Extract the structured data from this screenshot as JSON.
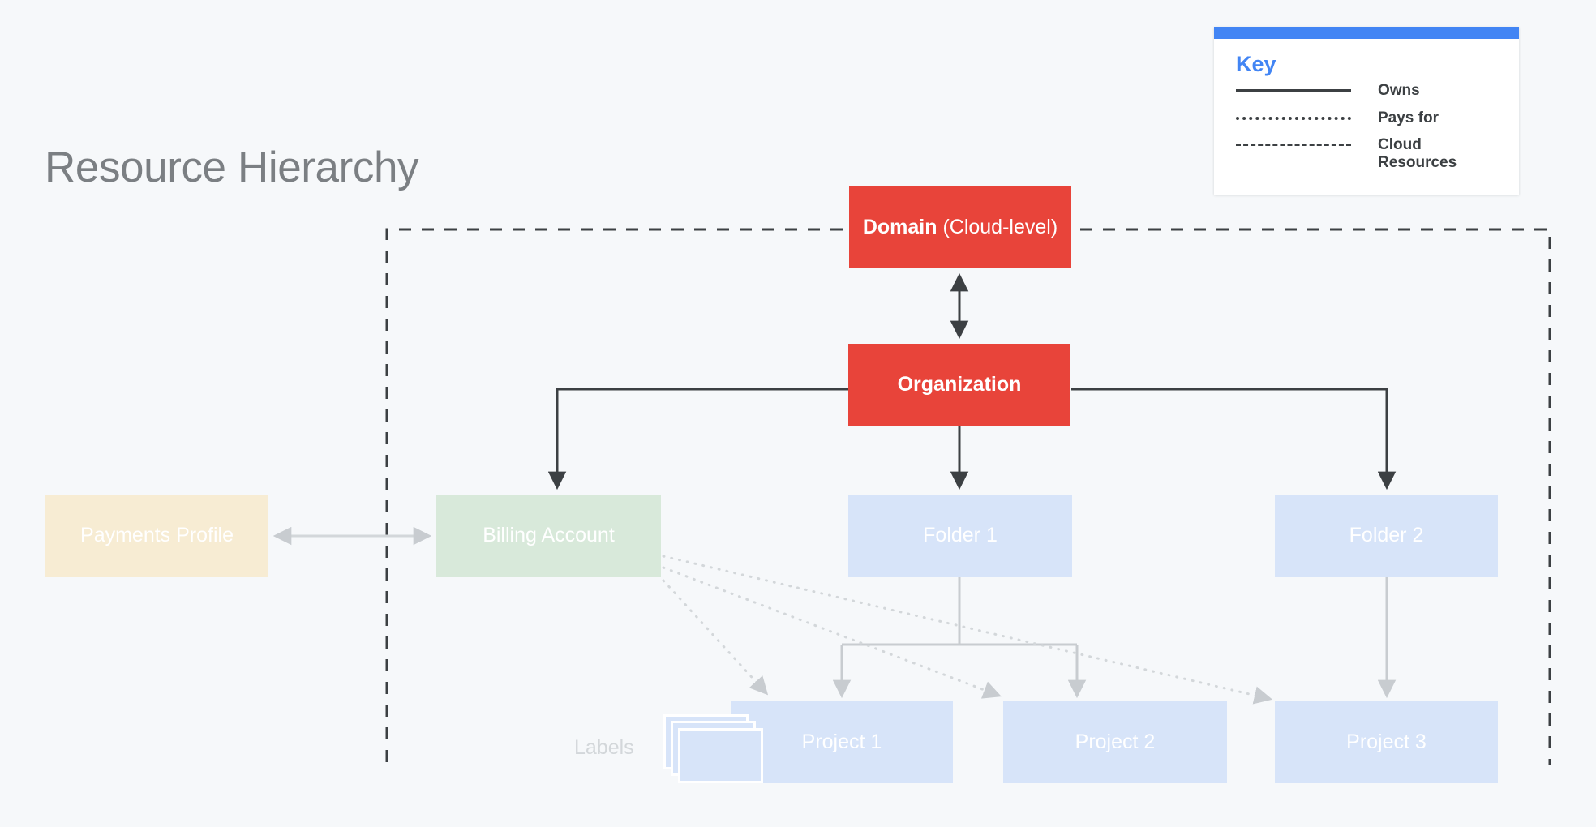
{
  "page": {
    "title": "Resource Hierarchy",
    "background_color": "#f6f8fa"
  },
  "key_panel": {
    "heading": "Key",
    "accent_color": "#4285f4",
    "rows": [
      {
        "style": "solid",
        "label": "Owns"
      },
      {
        "style": "dotted",
        "label": "Pays for"
      },
      {
        "style": "dashed",
        "label": "Cloud Resources"
      }
    ]
  },
  "nodes": {
    "domain": {
      "label_bold": "Domain",
      "label_rest": " (Cloud-level)",
      "color": "#e8443a"
    },
    "organization": {
      "label": "Organization",
      "color": "#e8443a"
    },
    "payments_profile": {
      "label": "Payments Profile",
      "color": "#f7ecd3"
    },
    "billing_account": {
      "label": "Billing Account",
      "color": "#d8e9da"
    },
    "folder1": {
      "label": "Folder 1",
      "color": "#d7e4f9"
    },
    "folder2": {
      "label": "Folder 2",
      "color": "#d7e4f9"
    },
    "project1": {
      "label": "Project 1",
      "color": "#d7e4f9"
    },
    "project2": {
      "label": "Project 2",
      "color": "#d7e4f9"
    },
    "project3": {
      "label": "Project 3",
      "color": "#d7e4f9"
    }
  },
  "labels_group": {
    "label": "Labels"
  }
}
